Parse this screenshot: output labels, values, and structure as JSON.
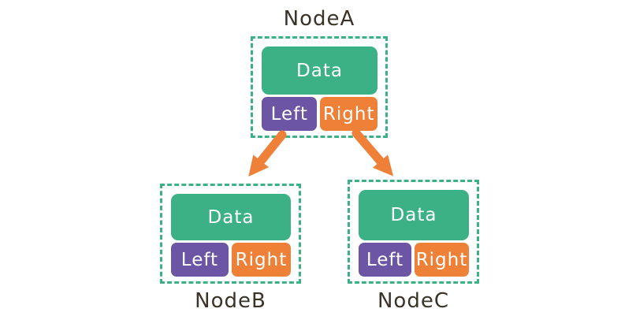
{
  "diagram": {
    "background": "#ffffff",
    "colors": {
      "data_block": "#3cb185",
      "left_block": "#6c55a5",
      "right_block": "#ef8038",
      "dashed_border": "#3cb185",
      "arrow": "#ef8038",
      "node_label_text": "#3a3328",
      "block_text": "#ffffff"
    },
    "nodes": [
      {
        "id": "nodeA",
        "label": "NodeA",
        "label_position": "top",
        "fields": {
          "data": "Data",
          "left": "Left",
          "right": "Right"
        }
      },
      {
        "id": "nodeB",
        "label": "NodeB",
        "label_position": "bottom",
        "fields": {
          "data": "Data",
          "left": "Left",
          "right": "Right"
        }
      },
      {
        "id": "nodeC",
        "label": "NodeC",
        "label_position": "bottom",
        "fields": {
          "data": "Data",
          "left": "Left",
          "right": "Right"
        }
      }
    ],
    "edges": [
      {
        "from": "NodeA",
        "to": "NodeB",
        "side": "left"
      },
      {
        "from": "NodeA",
        "to": "NodeC",
        "side": "right"
      }
    ]
  }
}
